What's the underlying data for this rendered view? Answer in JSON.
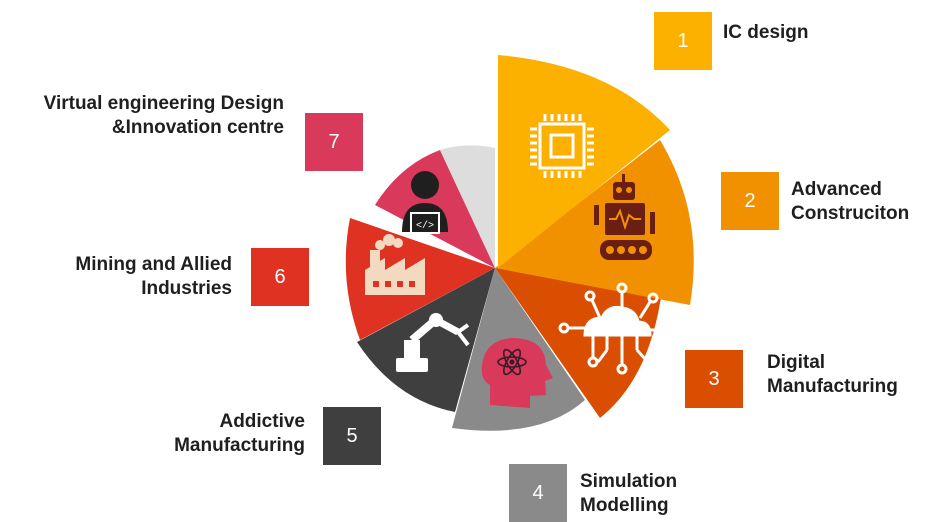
{
  "segments": [
    {
      "number": "1",
      "lines": [
        "IC design"
      ],
      "color": "#FCB000",
      "icon": "microchip-icon"
    },
    {
      "number": "2",
      "lines": [
        "Advanced",
        "Construciton"
      ],
      "color": "#F29100",
      "icon": "robot-icon"
    },
    {
      "number": "3",
      "lines": [
        "Digital",
        "Manufacturing"
      ],
      "color": "#D94E00",
      "icon": "cloud-network-icon"
    },
    {
      "number": "4",
      "lines": [
        "Simulation",
        "Modelling"
      ],
      "color": "#8A8A8A",
      "icon": "brain-atom-icon"
    },
    {
      "number": "5",
      "lines": [
        "Addictive",
        "Manufacturing"
      ],
      "color": "#3F3F3F",
      "icon": "robotic-arm-icon"
    },
    {
      "number": "6",
      "lines": [
        "Mining and Allied",
        "Industries"
      ],
      "color": "#E03222",
      "icon": "factory-icon"
    },
    {
      "number": "7",
      "lines": [
        "Virtual engineering Design",
        "&Innovation centre"
      ],
      "color": "#D93A5C",
      "icon": "developer-laptop-icon"
    }
  ],
  "empty_segment_color": "#DDDDDD"
}
